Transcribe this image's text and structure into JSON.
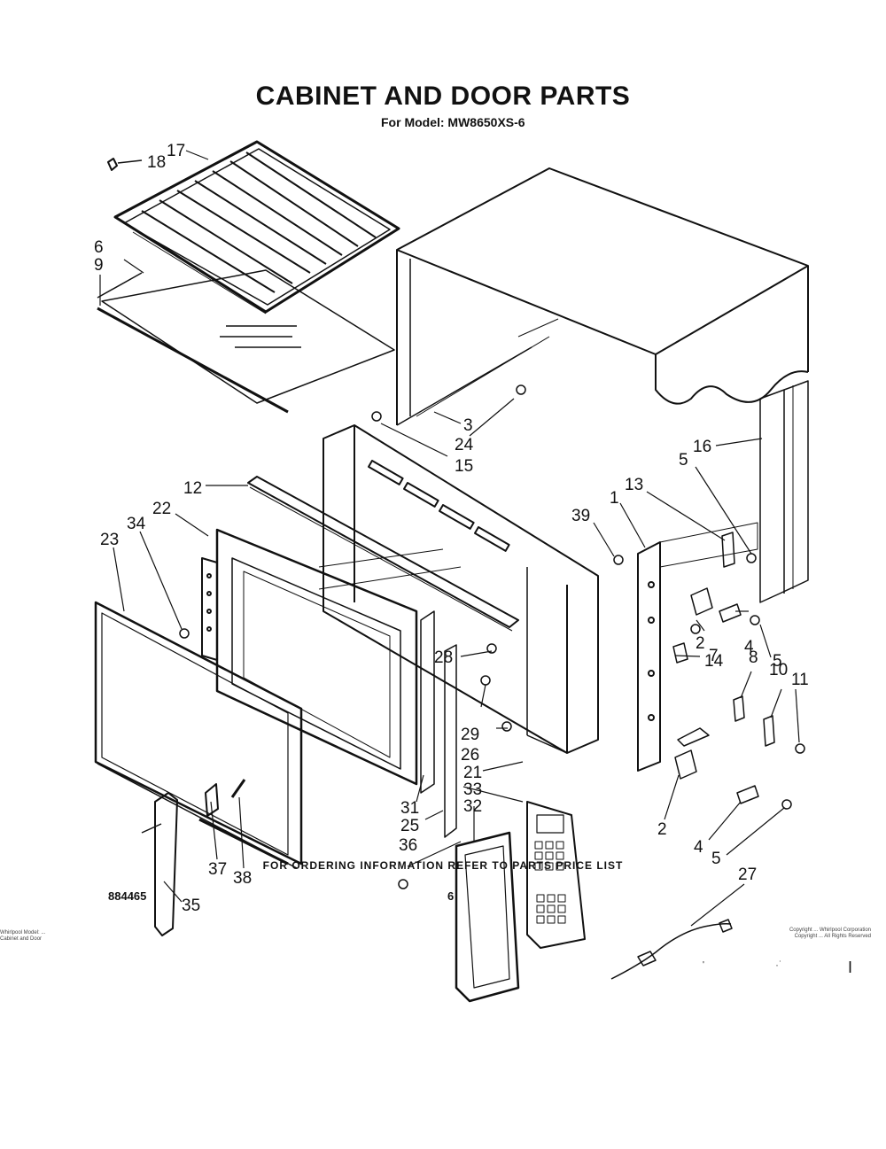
{
  "document": {
    "title": "CABINET AND DOOR PARTS",
    "subtitle": "For Model: MW8650XS-6",
    "footer_note": "FOR ORDERING INFORMATION REFER TO PARTS PRICE LIST",
    "part_number": "884465",
    "page_number": "6",
    "fine_print_left": [
      "Whirlpool Model: ...",
      "Cabinet and Door"
    ],
    "fine_print_right": [
      "Copyright ... Whirlpool Corporation",
      "Copyright ... All Rights Reserved"
    ],
    "corner_mark": "I",
    "corner_dots": "·˙",
    "left_tick": "'"
  },
  "callouts": [
    {
      "id": "c18",
      "label": "18"
    },
    {
      "id": "c17",
      "label": "17"
    },
    {
      "id": "c6",
      "label": "6"
    },
    {
      "id": "c9",
      "label": "9"
    },
    {
      "id": "c3",
      "label": "3"
    },
    {
      "id": "c24",
      "label": "24"
    },
    {
      "id": "c15",
      "label": "15"
    },
    {
      "id": "c16",
      "label": "16"
    },
    {
      "id": "c5a",
      "label": "5"
    },
    {
      "id": "c13",
      "label": "13"
    },
    {
      "id": "c1",
      "label": "1"
    },
    {
      "id": "c39",
      "label": "39"
    },
    {
      "id": "c12",
      "label": "12"
    },
    {
      "id": "c22",
      "label": "22"
    },
    {
      "id": "c34",
      "label": "34"
    },
    {
      "id": "c23",
      "label": "23"
    },
    {
      "id": "c2a",
      "label": "2"
    },
    {
      "id": "c4a",
      "label": "4"
    },
    {
      "id": "c5b",
      "label": "5"
    },
    {
      "id": "c14",
      "label": "14"
    },
    {
      "id": "c7",
      "label": "7"
    },
    {
      "id": "c8",
      "label": "8"
    },
    {
      "id": "c10",
      "label": "10"
    },
    {
      "id": "c11",
      "label": "11"
    },
    {
      "id": "c28",
      "label": "28"
    },
    {
      "id": "c29",
      "label": "29"
    },
    {
      "id": "c26",
      "label": "26"
    },
    {
      "id": "c21",
      "label": "21"
    },
    {
      "id": "c33",
      "label": "33"
    },
    {
      "id": "c32",
      "label": "32"
    },
    {
      "id": "c31",
      "label": "31"
    },
    {
      "id": "c25",
      "label": "25"
    },
    {
      "id": "c36",
      "label": "36"
    },
    {
      "id": "c2b",
      "label": "2"
    },
    {
      "id": "c4b",
      "label": "4"
    },
    {
      "id": "c5c",
      "label": "5"
    },
    {
      "id": "c27",
      "label": "27"
    },
    {
      "id": "c37",
      "label": "37"
    },
    {
      "id": "c38",
      "label": "38"
    },
    {
      "id": "c35",
      "label": "35"
    }
  ]
}
